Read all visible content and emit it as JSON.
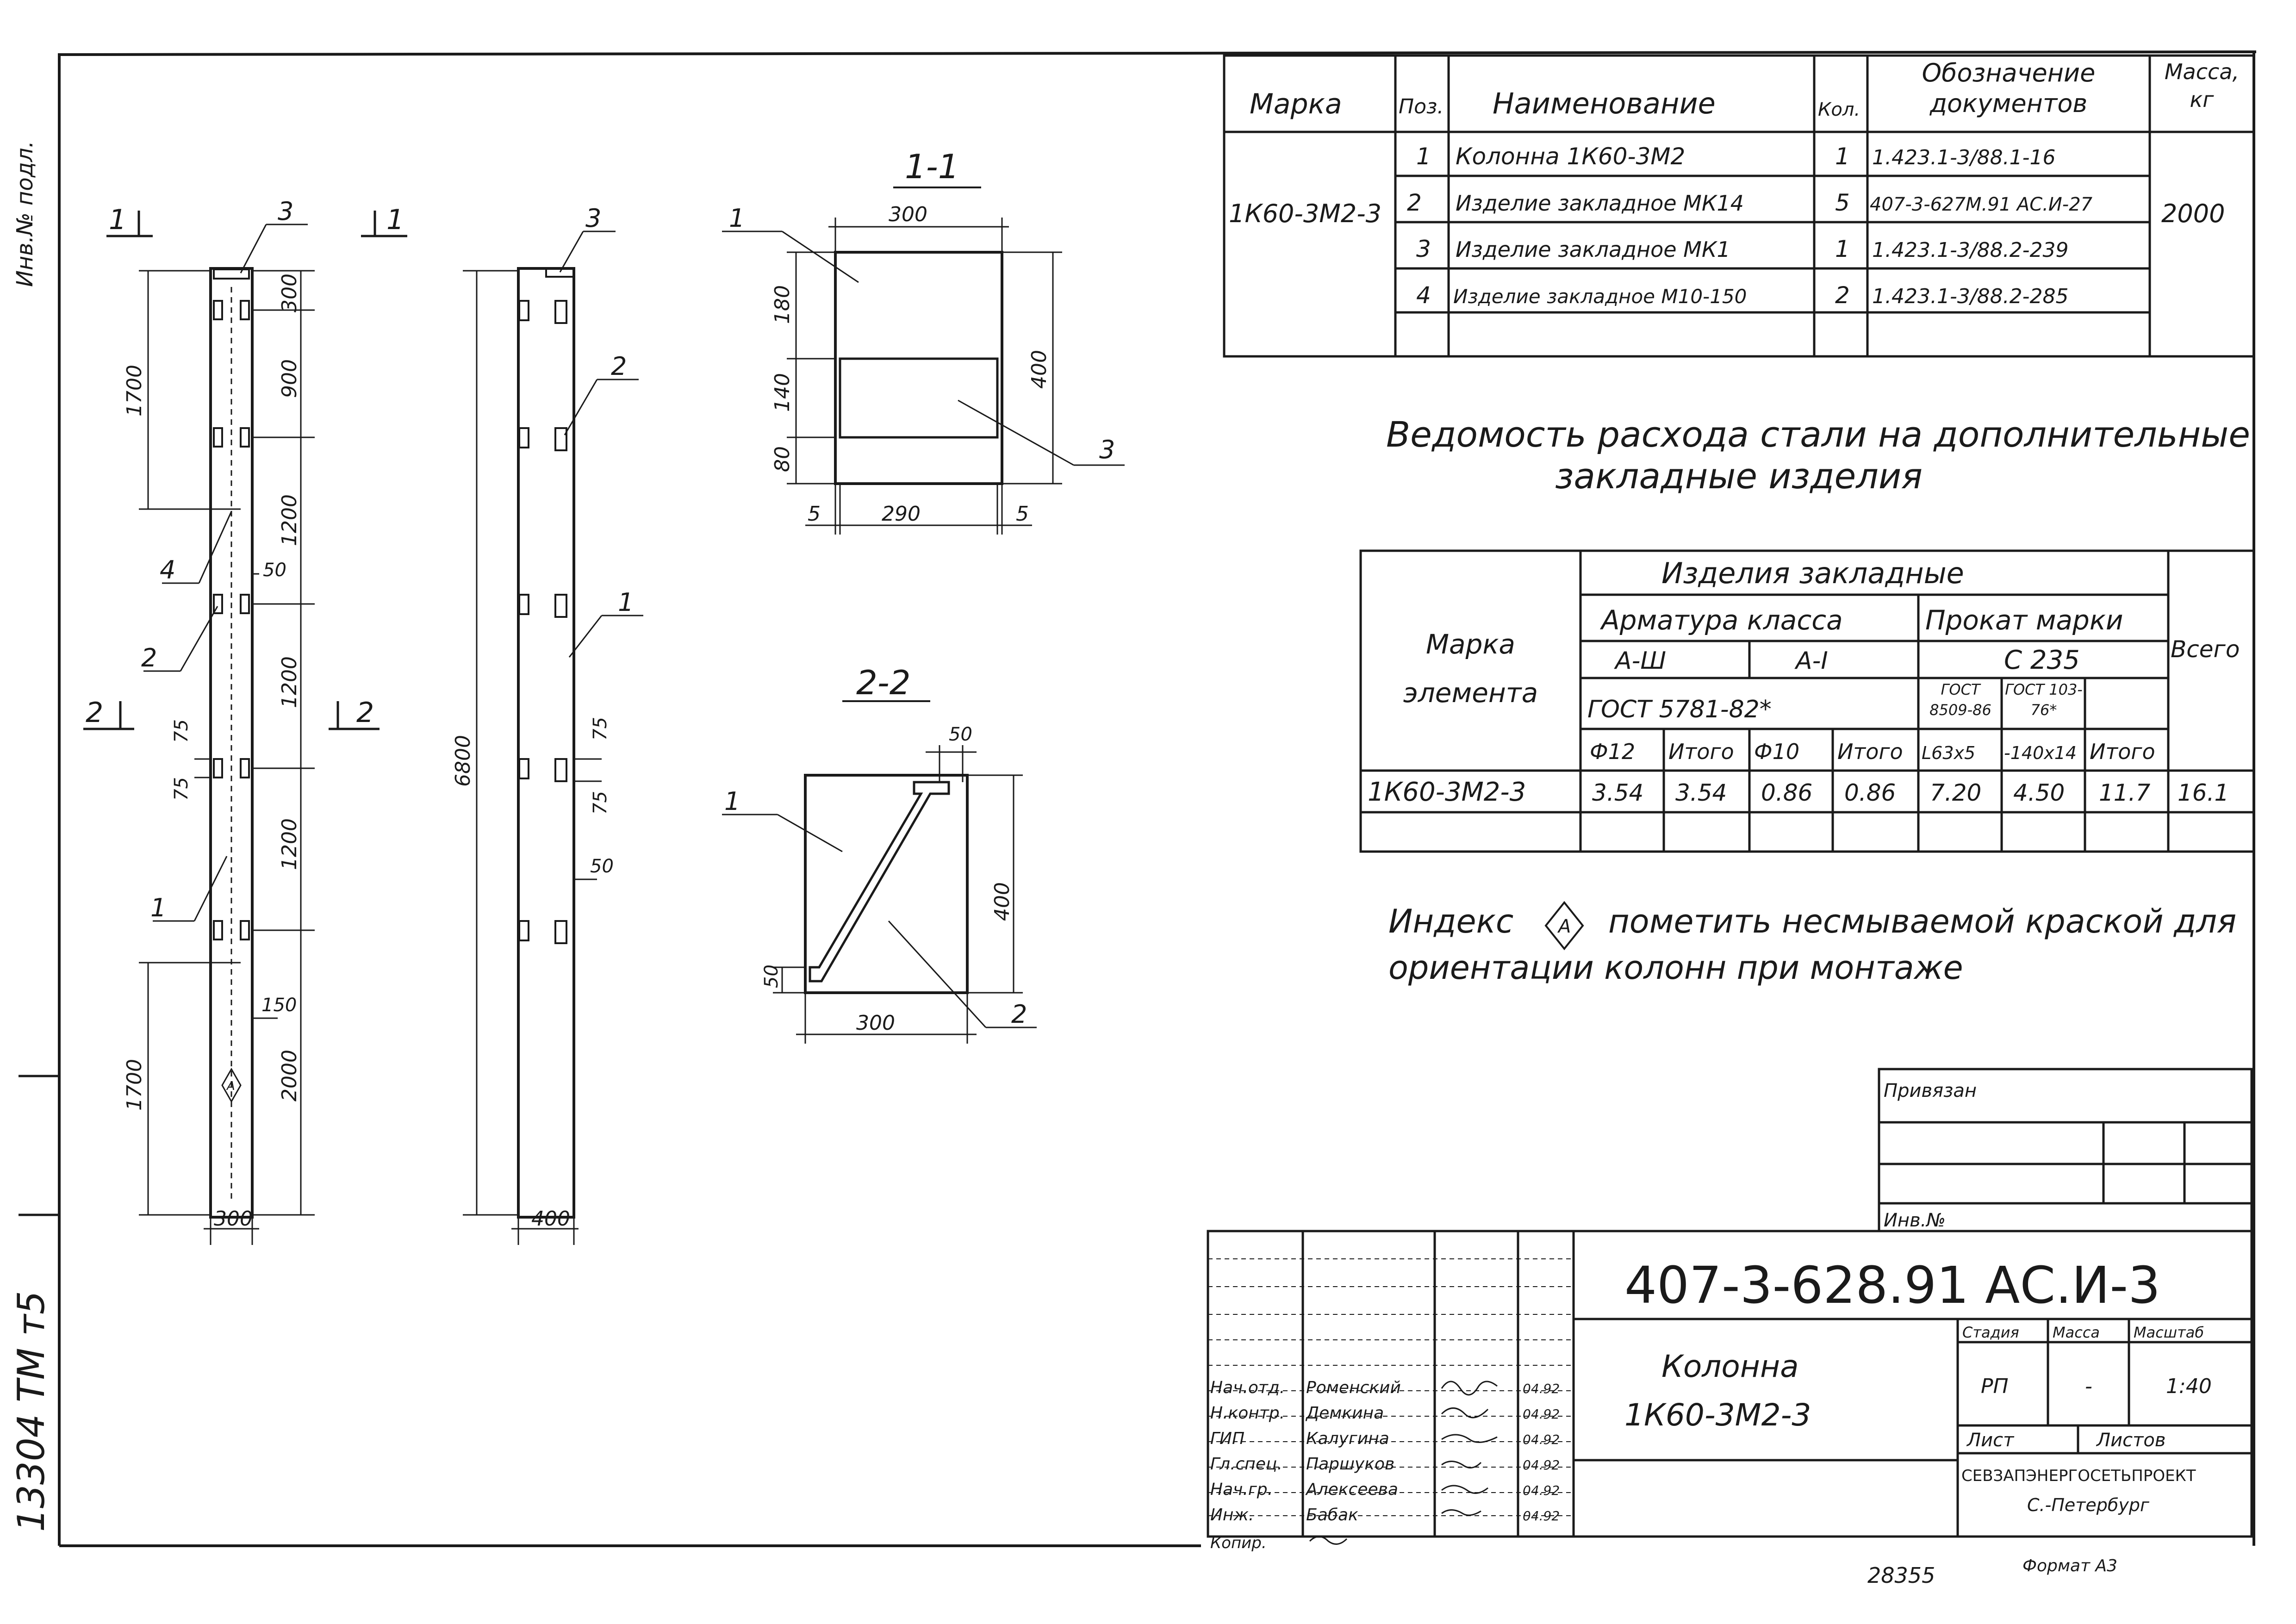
{
  "margin": {
    "vertical_label": "Инв.№ подл.",
    "archive_number": "13304 ТМ т5"
  },
  "spec_table": {
    "headers": {
      "mark": "Марка",
      "pos": "Поз.",
      "name": "Наименование",
      "qty": "Кол.",
      "doc": "Обозначение документов",
      "mass": "Масса, кг"
    },
    "mark": "1К60-3М2-3",
    "mass": "2000",
    "rows": [
      {
        "pos": "1",
        "name": "Колонна 1К60-3М2",
        "qty": "1",
        "doc": "1.423.1-3/88.1-16"
      },
      {
        "pos": "2",
        "name": "Изделие закладное МК14",
        "qty": "5",
        "doc": "407-3-627М.91 АС.И-27"
      },
      {
        "pos": "3",
        "name": "Изделие закладное МК1",
        "qty": "1",
        "doc": "1.423.1-3/88.2-239"
      },
      {
        "pos": "4",
        "name": "Изделие закладное М10-150",
        "qty": "2",
        "doc": "1.423.1-3/88.2-285"
      }
    ]
  },
  "steel_title": {
    "line1": "Ведомость расхода стали на дополнительные",
    "line2": "закладные изделия"
  },
  "steel_table": {
    "mark_header": "Марка элемента",
    "items_header": "Изделия закладные",
    "armature_header": "Арматура класса",
    "rolled_header": "Прокат марки",
    "total_header": "Всего",
    "class_a3": "А-Ш",
    "class_a1": "А-I",
    "grade": "С 235",
    "gost_armature": "ГОСТ 5781-82*",
    "gost_1": "ГОСТ 8509-86",
    "gost_2": "ГОСТ 103-76*",
    "col_labels": [
      "Ф12",
      "Итого",
      "Ф10",
      "Итого",
      "L63х5",
      "-140х14",
      "Итого"
    ],
    "row": {
      "mark": "1К60-3М2-3",
      "values": [
        "3.54",
        "3.54",
        "0.86",
        "0.86",
        "7.20",
        "4.50",
        "11.7"
      ],
      "total": "16.1"
    }
  },
  "note": {
    "word1": "Индекс",
    "index_symbol": "А",
    "rest1": "пометить несмываемой краской для",
    "line2": "ориентации колонн при монтаже"
  },
  "drawing": {
    "section_marks": {
      "left": "1",
      "right": "2"
    },
    "front_dims": [
      "300",
      "900",
      "1200",
      "1200",
      "1200",
      "2000"
    ],
    "left_dims": [
      "1700",
      "1700"
    ],
    "small_dims": [
      "50",
      "75",
      "75",
      "150"
    ],
    "width_front": "300",
    "side_height": "6800",
    "side_small": [
      "75",
      "75",
      "50"
    ],
    "width_side": "400",
    "callouts_front": [
      "3",
      "4",
      "2",
      "1"
    ],
    "callouts_side": [
      "3",
      "2",
      "1"
    ],
    "index_symbol": "А",
    "section_1": {
      "title": "1-1",
      "top": "300",
      "d180": "180",
      "d140": "140",
      "d80": "80",
      "d400": "400",
      "d5a": "5",
      "d290": "290",
      "d5b": "5",
      "pos_a": "1",
      "pos_b": "3"
    },
    "section_2": {
      "title": "2-2",
      "d50top": "50",
      "d400": "400",
      "d50": "50",
      "d300": "300",
      "pos_a": "1",
      "pos_b": "2"
    }
  },
  "title_block": {
    "privyazan": "Привязан",
    "inv_no": "Инв.№",
    "code": "407-3-628.91 АС.И-3",
    "name_line1": "Колонна",
    "name_line2": "1К60-3М2-3",
    "stage_header": "Стадия",
    "mass_header": "Масса",
    "scale_header": "Масштаб",
    "stage": "РП",
    "mass": "-",
    "scale": "1:40",
    "sheet_label": "Лист",
    "sheets_label": "Листов",
    "org_line1": "СЕВЗАПЭНЕРГОСЕТЬПРОЕКТ",
    "org_line2": "С.-Петербург",
    "people": [
      {
        "role": "Нач.отд.",
        "name": "Роменский",
        "date": "04.92"
      },
      {
        "role": "Н.контр.",
        "name": "Демкина",
        "date": "04.92"
      },
      {
        "role": "ГИП",
        "name": "Калугина",
        "date": "04.92"
      },
      {
        "role": "Гл.спец.",
        "name": "Паршуков",
        "date": "04.92"
      },
      {
        "role": "Нач.гр.",
        "name": "Алексеева",
        "date": "04.92"
      },
      {
        "role": "Инж.",
        "name": "Бабак",
        "date": "04.92"
      }
    ],
    "copied_label": "Копир.",
    "inventory": "28355",
    "format": "Формат А3"
  }
}
